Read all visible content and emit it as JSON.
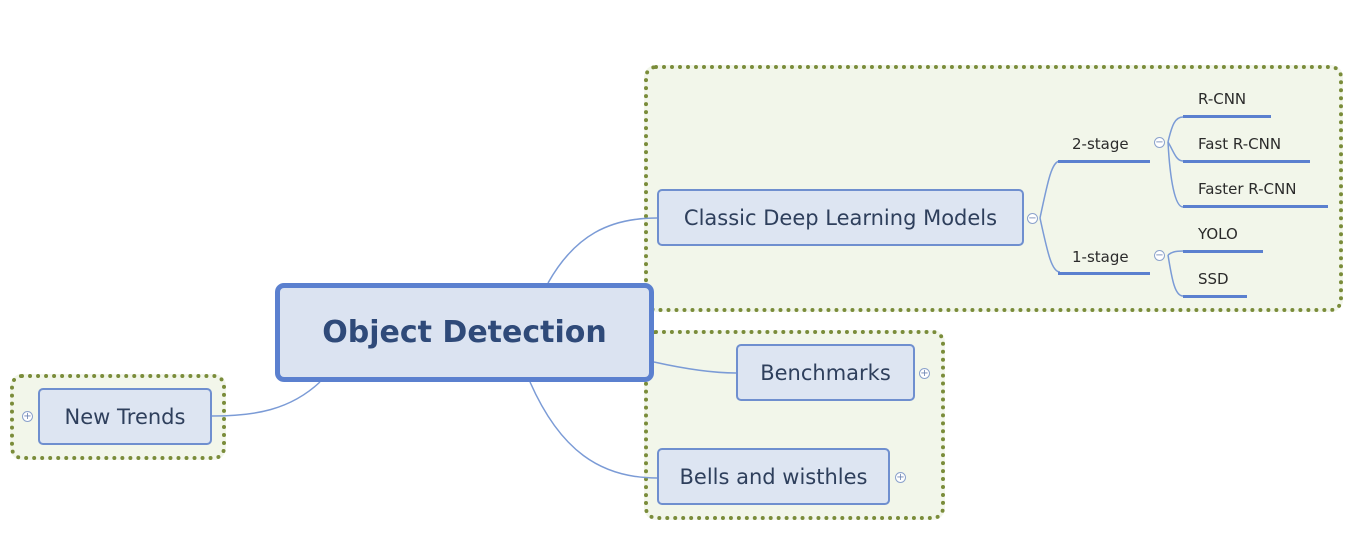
{
  "central_topic": "Object Detection",
  "main_topics": {
    "classic": "Classic Deep Learning Models",
    "benchmarks": "Benchmarks",
    "bells": "Bells and wisthles",
    "new_trends": "New Trends"
  },
  "subtopics": {
    "two_stage": {
      "label": "2-stage",
      "children": [
        "R-CNN",
        "Fast R-CNN",
        "Faster R-CNN"
      ]
    },
    "one_stage": {
      "label": "1-stage",
      "children": [
        "YOLO",
        "SSD"
      ]
    }
  },
  "toggles": {
    "collapse": "−",
    "expand": "+"
  },
  "colors": {
    "topic_border": "#6f8fcf",
    "topic_fill": "#dde5f2",
    "boundary": "#7a8c3a",
    "connector": "#7b9bd6"
  }
}
